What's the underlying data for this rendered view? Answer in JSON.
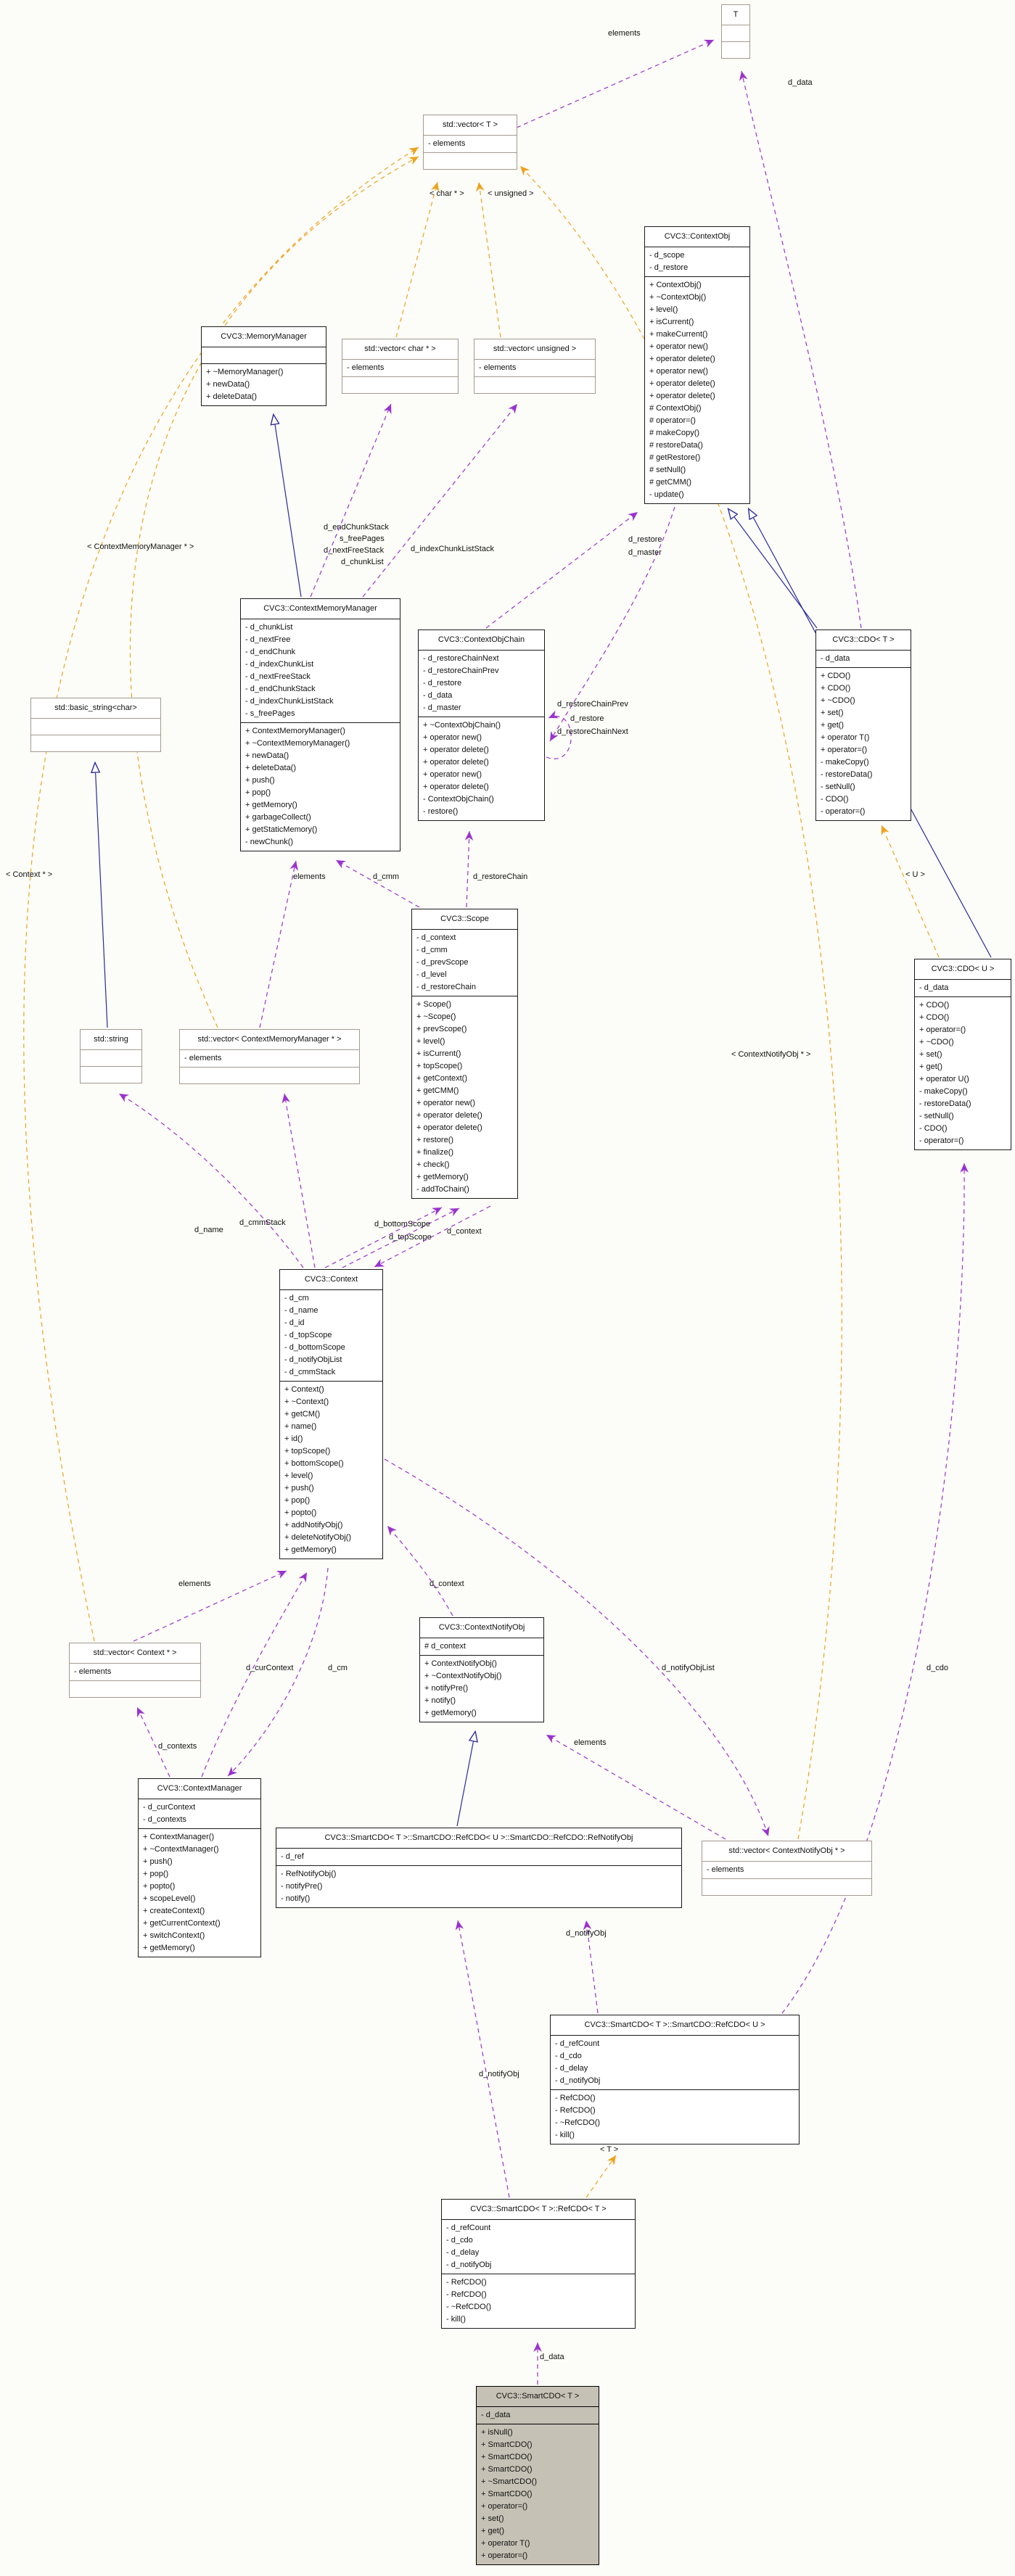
{
  "diagram": {
    "kind": "uml-collaboration-diagram",
    "colors": {
      "usage": "#9a32cd",
      "template_relation": "#eda21e",
      "inheritance": "#2a2a9d",
      "highlight_fill": "#c5c1b5",
      "external_border": "#a39a8e"
    },
    "classes": [
      {
        "id": "t",
        "title": "T",
        "attrs": [],
        "methods": []
      },
      {
        "id": "vector_t",
        "title": "std::vector< T >",
        "attrs": [
          "- elements"
        ],
        "methods": []
      },
      {
        "id": "contextobj",
        "title": "CVC3::ContextObj",
        "attrs": [
          "- d_scope",
          "- d_restore"
        ],
        "methods": [
          "+ ContextObj()",
          "+ ~ContextObj()",
          "+ level()",
          "+ isCurrent()",
          "+ makeCurrent()",
          "+ operator new()",
          "+ operator delete()",
          "+ operator new()",
          "+ operator delete()",
          "+ operator delete()",
          "# ContextObj()",
          "# operator=()",
          "# makeCopy()",
          "# restoreData()",
          "# getRestore()",
          "# setNull()",
          "# getCMM()",
          "- update()"
        ]
      },
      {
        "id": "memorymanager",
        "title": "CVC3::MemoryManager",
        "attrs": [],
        "methods": [
          "+ ~MemoryManager()",
          "+ newData()",
          "+ deleteData()"
        ]
      },
      {
        "id": "vector_charp",
        "title": "std::vector< char * >",
        "attrs": [
          "- elements"
        ],
        "methods": []
      },
      {
        "id": "vector_unsigned",
        "title": "std::vector< unsigned >",
        "attrs": [
          "- elements"
        ],
        "methods": []
      },
      {
        "id": "cmm",
        "title": "CVC3::ContextMemoryManager",
        "attrs": [
          "- d_chunkList",
          "- d_nextFree",
          "- d_endChunk",
          "- d_indexChunkList",
          "- d_nextFreeStack",
          "- d_endChunkStack",
          "- d_indexChunkListStack",
          "- s_freePages"
        ],
        "methods": [
          "+ ContextMemoryManager()",
          "+ ~ContextMemoryManager()",
          "+ newData()",
          "+ deleteData()",
          "+ push()",
          "+ pop()",
          "+ getMemory()",
          "+ garbageCollect()",
          "+ getStaticMemory()",
          "- newChunk()"
        ]
      },
      {
        "id": "objchain",
        "title": "CVC3::ContextObjChain",
        "attrs": [
          "- d_restoreChainNext",
          "- d_restoreChainPrev",
          "- d_restore",
          "- d_data",
          "- d_master"
        ],
        "methods": [
          "+ ~ContextObjChain()",
          "+ operator new()",
          "+ operator delete()",
          "+ operator delete()",
          "+ operator new()",
          "+ operator delete()",
          "- ContextObjChain()",
          "- restore()"
        ]
      },
      {
        "id": "cdo_t",
        "title": "CVC3::CDO< T >",
        "attrs": [
          "- d_data"
        ],
        "methods": [
          "+ CDO()",
          "+ CDO()",
          "+ ~CDO()",
          "+ set()",
          "+ get()",
          "+ operator T()",
          "+ operator=()",
          "- makeCopy()",
          "- restoreData()",
          "- setNull()",
          "- CDO()",
          "- operator=()"
        ]
      },
      {
        "id": "basic_string",
        "title": "std::basic_string<char>",
        "attrs": [],
        "methods": []
      },
      {
        "id": "scope",
        "title": "CVC3::Scope",
        "attrs": [
          "- d_context",
          "- d_cmm",
          "- d_prevScope",
          "- d_level",
          "- d_restoreChain"
        ],
        "methods": [
          "+ Scope()",
          "+ ~Scope()",
          "+ prevScope()",
          "+ level()",
          "+ isCurrent()",
          "+ topScope()",
          "+ getContext()",
          "+ getCMM()",
          "+ operator new()",
          "+ operator delete()",
          "+ operator delete()",
          "+ restore()",
          "+ finalize()",
          "+ check()",
          "+ getMemory()",
          "- addToChain()"
        ]
      },
      {
        "id": "cdo_u",
        "title": "CVC3::CDO< U >",
        "attrs": [
          "- d_data"
        ],
        "methods": [
          "+ CDO()",
          "+ CDO()",
          "+ operator=()",
          "+ ~CDO()",
          "+ set()",
          "+ get()",
          "+ operator U()",
          "- makeCopy()",
          "- restoreData()",
          "- setNull()",
          "- CDO()",
          "- operator=()"
        ]
      },
      {
        "id": "stdstring",
        "title": "std::string",
        "attrs": [],
        "methods": []
      },
      {
        "id": "vector_cmmp",
        "title": "std::vector< ContextMemoryManager * >",
        "attrs": [
          "- elements"
        ],
        "methods": []
      },
      {
        "id": "context",
        "title": "CVC3::Context",
        "attrs": [
          "- d_cm",
          "- d_name",
          "- d_id",
          "- d_topScope",
          "- d_bottomScope",
          "- d_notifyObjList",
          "- d_cmmStack"
        ],
        "methods": [
          "+ Context()",
          "+ ~Context()",
          "+ getCM()",
          "+ name()",
          "+ id()",
          "+ topScope()",
          "+ bottomScope()",
          "+ level()",
          "+ push()",
          "+ pop()",
          "+ popto()",
          "+ addNotifyObj()",
          "+ deleteNotifyObj()",
          "+ getMemory()"
        ]
      },
      {
        "id": "vector_contextp",
        "title": "std::vector< Context * >",
        "attrs": [
          "- elements"
        ],
        "methods": []
      },
      {
        "id": "cno",
        "title": "CVC3::ContextNotifyObj",
        "attrs": [
          "# d_context"
        ],
        "methods": [
          "+ ContextNotifyObj()",
          "+ ~ContextNotifyObj()",
          "+ notifyPre()",
          "+ notify()",
          "+ getMemory()"
        ]
      },
      {
        "id": "cm",
        "title": "CVC3::ContextManager",
        "attrs": [
          "- d_curContext",
          "- d_contexts"
        ],
        "methods": [
          "+ ContextManager()",
          "+ ~ContextManager()",
          "+ push()",
          "+ pop()",
          "+ popto()",
          "+ scopeLevel()",
          "+ createContext()",
          "+ getCurrentContext()",
          "+ switchContext()",
          "+ getMemory()"
        ]
      },
      {
        "id": "refnotifyobj",
        "title": "CVC3::SmartCDO< T >::SmartCDO::RefCDO< U >::SmartCDO::RefCDO::RefNotifyObj",
        "attrs": [
          "- d_ref"
        ],
        "methods": [
          "- RefNotifyObj()",
          "- notifyPre()",
          "- notify()"
        ]
      },
      {
        "id": "vector_cnop",
        "title": "std::vector< ContextNotifyObj * >",
        "attrs": [
          "- elements"
        ],
        "methods": []
      },
      {
        "id": "refcdo_u",
        "title": "CVC3::SmartCDO< T >::SmartCDO::RefCDO< U >",
        "attrs": [
          "- d_refCount",
          "- d_cdo",
          "- d_delay",
          "- d_notifyObj"
        ],
        "methods": [
          "- RefCDO()",
          "- RefCDO()",
          "- ~RefCDO()",
          "- kill()"
        ]
      },
      {
        "id": "refcdo_t",
        "title": "CVC3::SmartCDO< T >::RefCDO< T >",
        "attrs": [
          "- d_refCount",
          "- d_cdo",
          "- d_delay",
          "- d_notifyObj"
        ],
        "methods": [
          "- RefCDO()",
          "- RefCDO()",
          "- ~RefCDO()",
          "- kill()"
        ]
      },
      {
        "id": "smartcdo",
        "title": "CVC3::SmartCDO< T >",
        "attrs": [
          "- d_data"
        ],
        "methods": [
          "+ isNull()",
          "+ SmartCDO()",
          "+ SmartCDO()",
          "+ SmartCDO()",
          "+ ~SmartCDO()",
          "+ SmartCDO()",
          "+ operator=()",
          "+ set()",
          "+ get()",
          "+ operator T()",
          "+ operator=()"
        ]
      }
    ],
    "edges": [
      {
        "id": "i1",
        "type": "inheritance",
        "labels": []
      },
      {
        "id": "i2",
        "type": "inheritance",
        "labels": []
      },
      {
        "id": "i3",
        "type": "inheritance",
        "labels": []
      },
      {
        "id": "i4",
        "type": "inheritance",
        "labels": []
      },
      {
        "id": "i5",
        "type": "inheritance",
        "labels": []
      },
      {
        "id": "u1",
        "type": "usage",
        "labels": [
          "elements"
        ]
      },
      {
        "id": "u2",
        "type": "usage",
        "labels": [
          "d_data"
        ]
      },
      {
        "id": "u3",
        "type": "usage",
        "labels": [
          "d_endChunkStack",
          "s_freePages",
          "d_nextFreeStack",
          "d_chunkList"
        ]
      },
      {
        "id": "u4",
        "type": "usage",
        "labels": [
          "d_indexChunkListStack"
        ]
      },
      {
        "id": "u5",
        "type": "usage",
        "labels": [
          "d_restore",
          "d_master"
        ]
      },
      {
        "id": "u6",
        "type": "usage",
        "labels": [
          "d_restore"
        ]
      },
      {
        "id": "u7",
        "type": "usage",
        "labels": [
          "d_restoreChainPrev",
          "d_restoreChainNext"
        ]
      },
      {
        "id": "u8",
        "type": "usage",
        "labels": [
          "d_cmm"
        ]
      },
      {
        "id": "u9",
        "type": "usage",
        "labels": [
          "elements"
        ]
      },
      {
        "id": "u10",
        "type": "usage",
        "labels": [
          "d_restoreChain"
        ]
      },
      {
        "id": "u11",
        "type": "usage",
        "labels": [
          "d_name"
        ]
      },
      {
        "id": "u12",
        "type": "usage",
        "labels": [
          "d_cmmStack"
        ]
      },
      {
        "id": "u13a",
        "type": "usage",
        "labels": [
          "d_bottomScope"
        ]
      },
      {
        "id": "u13b",
        "type": "usage",
        "labels": [
          "d_topScope"
        ]
      },
      {
        "id": "u14",
        "type": "usage",
        "labels": [
          "d_context"
        ]
      },
      {
        "id": "u15",
        "type": "usage",
        "labels": [
          "d_context"
        ]
      },
      {
        "id": "u16",
        "type": "usage",
        "labels": [
          "elements"
        ]
      },
      {
        "id": "u17",
        "type": "usage",
        "labels": [
          "d_contexts"
        ]
      },
      {
        "id": "u18",
        "type": "usage",
        "labels": [
          "d_cm"
        ]
      },
      {
        "id": "u19",
        "type": "usage",
        "labels": [
          "d_curContext"
        ]
      },
      {
        "id": "u20",
        "type": "usage",
        "labels": [
          "d_notifyObjList"
        ]
      },
      {
        "id": "u21",
        "type": "usage",
        "labels": [
          "elements"
        ]
      },
      {
        "id": "u22",
        "type": "usage",
        "labels": [
          "d_notifyObj"
        ]
      },
      {
        "id": "u23",
        "type": "usage",
        "labels": [
          "d_notifyObj"
        ]
      },
      {
        "id": "u24",
        "type": "usage",
        "labels": [
          "d_data"
        ]
      },
      {
        "id": "u25",
        "type": "usage",
        "labels": [
          "d_cdo"
        ]
      },
      {
        "id": "o1",
        "type": "template",
        "labels": [
          "< char * >"
        ]
      },
      {
        "id": "o2",
        "type": "template",
        "labels": [
          "< unsigned >"
        ]
      },
      {
        "id": "o3",
        "type": "template",
        "labels": [
          "< ContextMemoryManager * >"
        ]
      },
      {
        "id": "o4",
        "type": "template",
        "labels": [
          "< Context * >"
        ]
      },
      {
        "id": "o5",
        "type": "template",
        "labels": [
          "< ContextNotifyObj * >"
        ]
      },
      {
        "id": "o6",
        "type": "template",
        "labels": [
          "< U >"
        ]
      },
      {
        "id": "o7",
        "type": "template",
        "labels": [
          "< T >"
        ]
      }
    ]
  }
}
